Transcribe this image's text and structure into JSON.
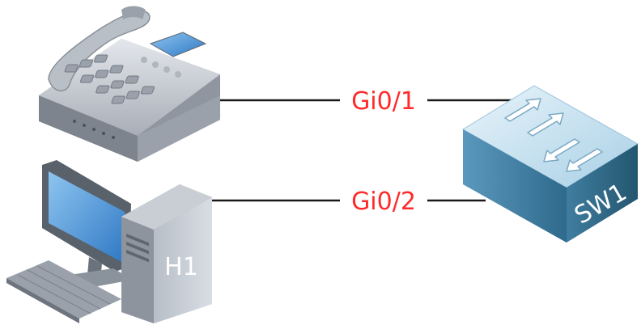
{
  "links": [
    {
      "port": "Gi0/1"
    },
    {
      "port": "Gi0/2"
    }
  ],
  "devices": {
    "phone": {
      "icon": "ip-phone-icon"
    },
    "host": {
      "label": "H1",
      "icon": "workstation-icon"
    },
    "switch": {
      "label": "SW1",
      "icon": "switch-icon"
    }
  },
  "colors": {
    "port_label": "#ff2a2a",
    "link": "#1a1a1a",
    "switch_top": "#cfe6f2",
    "switch_front": "#3f7da0",
    "computer_body": "#c2c8d0",
    "screen": "#4f97d6"
  }
}
